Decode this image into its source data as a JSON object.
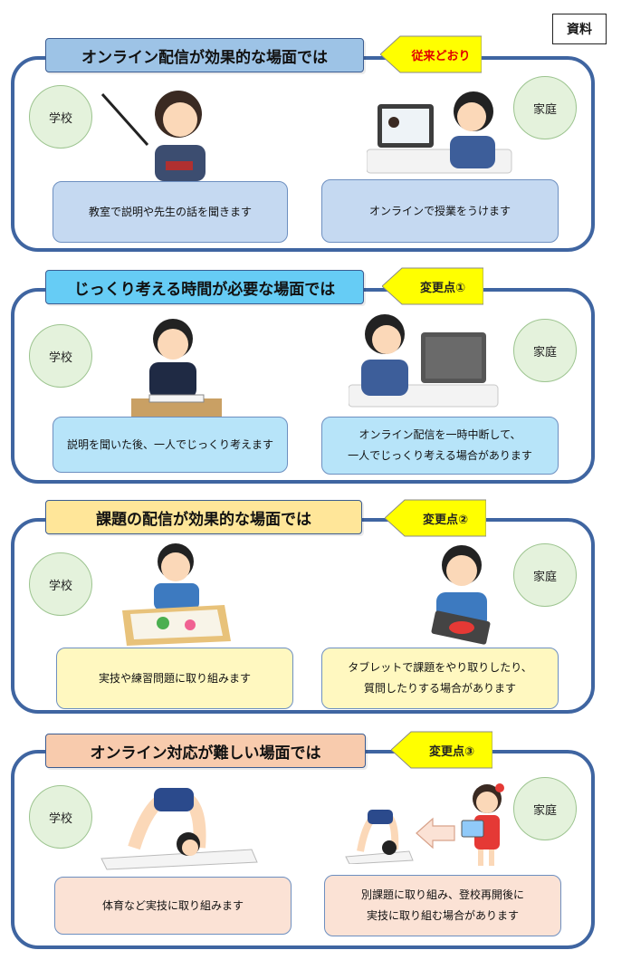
{
  "document_tag": "資料",
  "sections": [
    {
      "title": "オンライン配信が効果的な場面では",
      "badge": "従来どおり",
      "school_label": "学校",
      "home_label": "家庭",
      "school_caption": [
        "教室で説明や先生の話を聞きます"
      ],
      "home_caption": [
        "オンラインで授業をうけます"
      ]
    },
    {
      "title": "じっくり考える時間が必要な場面では",
      "badge": "変更点①",
      "school_label": "学校",
      "home_label": "家庭",
      "school_caption": [
        "説明を聞いた後、一人でじっくり考えます"
      ],
      "home_caption": [
        "オンライン配信を一時中断して、",
        "一人でじっくり考える場合があります"
      ]
    },
    {
      "title": "課題の配信が効果的な場面では",
      "badge": "変更点②",
      "school_label": "学校",
      "home_label": "家庭",
      "school_caption": [
        "実技や練習問題に取り組みます"
      ],
      "home_caption": [
        "タブレットで課題をやり取りしたり、",
        "質問したりする場合があります"
      ]
    },
    {
      "title": "オンライン対応が難しい場面では",
      "badge": "変更点③",
      "school_label": "学校",
      "home_label": "家庭",
      "school_caption": [
        "体育など実技に取り組みます"
      ],
      "home_caption": [
        "別課題に取り組み、登校再開後に",
        "実技に取り組む場合があります"
      ]
    }
  ],
  "colors": {
    "panel_border": "#3f65a1",
    "badge_fill": "#ffff00",
    "section1_title_bg": "#9dc3e6",
    "section1_caption_bg": "#c5d9f1",
    "section2_title_bg": "#66ccf5",
    "section2_caption_bg": "#b7e4f9",
    "section3_title_bg": "#ffe699",
    "section3_caption_bg": "#fff8c0",
    "section4_title_bg": "#f8cbad",
    "section4_caption_bg": "#fbe2d5",
    "place_circle_bg": "#e4f2dc"
  }
}
